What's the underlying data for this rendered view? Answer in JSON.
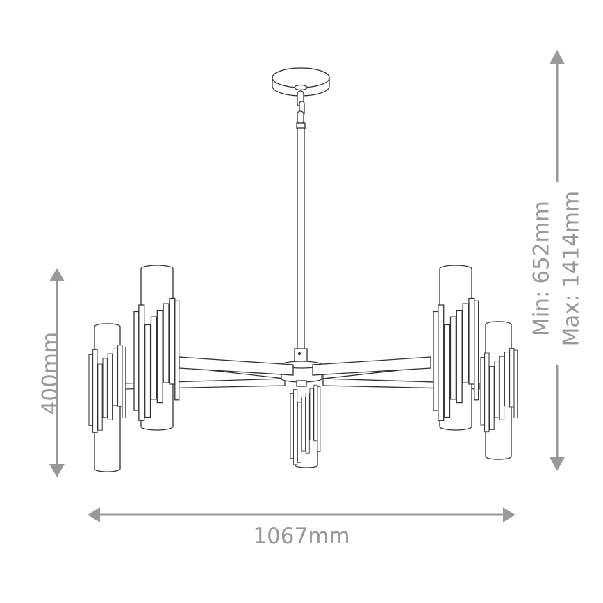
{
  "diagram": {
    "subject": "five-arm chandelier with stacked bar shades",
    "line_color": "#333333",
    "dimension_color": "#999999"
  },
  "dimensions": {
    "height": {
      "label": "400mm",
      "orientation": "vertical",
      "side": "left"
    },
    "width": {
      "label": "1067mm",
      "orientation": "horizontal",
      "side": "bottom"
    },
    "drop_min": {
      "label": "Min: 652mm",
      "orientation": "vertical",
      "side": "right"
    },
    "drop_max": {
      "label": "Max: 1414mm",
      "orientation": "vertical",
      "side": "right"
    }
  }
}
